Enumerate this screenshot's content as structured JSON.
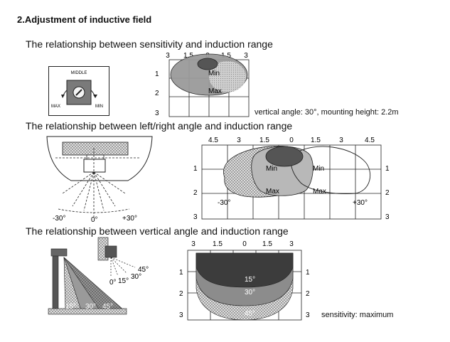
{
  "page": {
    "title": "2.Adjustment of inductive field"
  },
  "section1": {
    "heading": "The relationship between sensitivity and induction range",
    "knob": {
      "middle": "MIDDLE",
      "max": "MAX",
      "min": "MIN"
    },
    "grid": {
      "x_ticks": [
        "3",
        "1.5",
        "0",
        "1.5",
        "3"
      ],
      "y_ticks": [
        "1",
        "2",
        "3"
      ],
      "zone_labels": [
        "Min",
        "Max"
      ]
    },
    "note": "vertical angle: 30°, mounting height: 2.2m"
  },
  "section2": {
    "heading": "The relationship between left/right angle and induction range",
    "sensor": {
      "left": "-30°",
      "center": "0°",
      "right": "+30°"
    },
    "grid": {
      "x_ticks": [
        "4.5",
        "3",
        "1.5",
        "0",
        "1.5",
        "3",
        "4.5"
      ],
      "y_ticks": [
        "1",
        "2",
        "3"
      ],
      "center_labels": [
        "Min",
        "Max"
      ],
      "right_labels": [
        "Min",
        "Max"
      ],
      "angle_left": "-30°",
      "angle_right": "+30°"
    }
  },
  "section3": {
    "heading": "The relationship between vertical angle and induction range",
    "mount": {
      "bands": [
        "15°",
        "30°",
        "45°"
      ],
      "head": [
        "45°",
        "30°",
        "0°",
        "15°"
      ]
    },
    "grid": {
      "x_ticks": [
        "3",
        "1.5",
        "0",
        "1.5",
        "3"
      ],
      "y_ticks": [
        "1",
        "2",
        "3"
      ],
      "band_labels": [
        "15°",
        "30°",
        "45°"
      ]
    },
    "note": "sensitivity: maximum"
  },
  "colors": {
    "dark": "#4a4a4a",
    "mid": "#8c8c8c",
    "light": "#c8c8c8",
    "line": "#222222"
  }
}
